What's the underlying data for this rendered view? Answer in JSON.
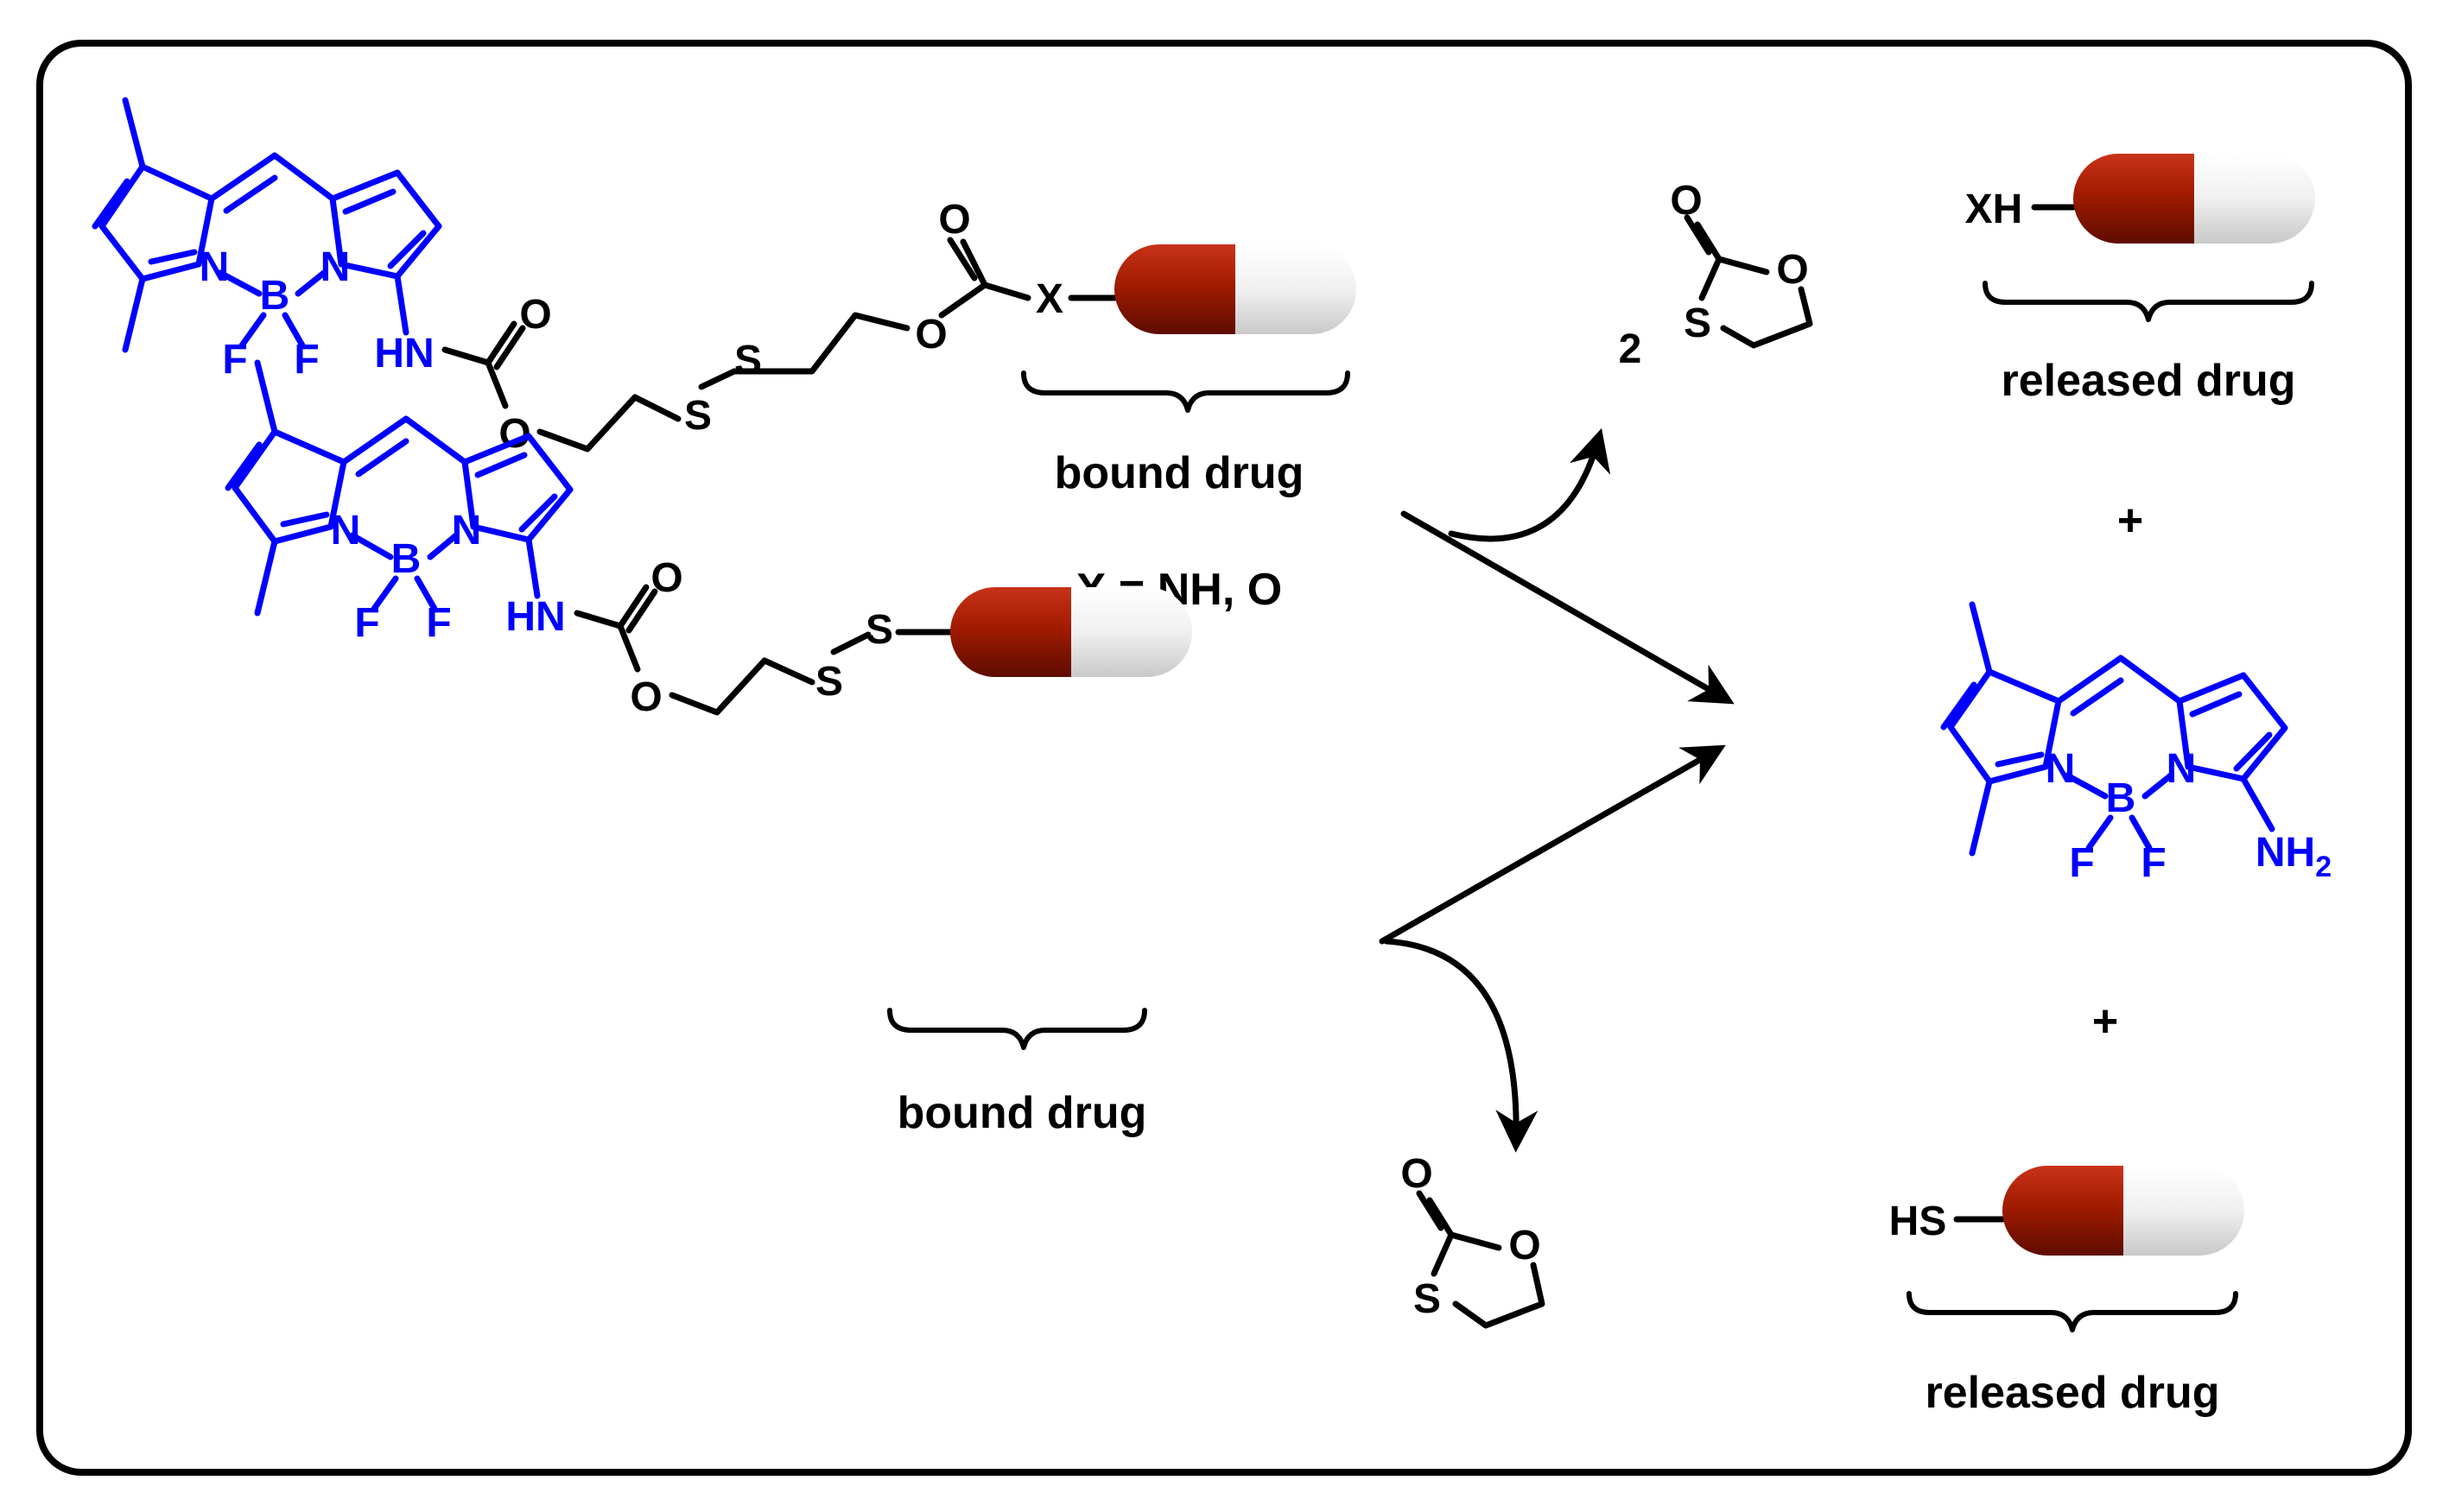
{
  "labels": {
    "bound_drug_1": "bound drug",
    "x_definition": "X = NH, O",
    "bound_drug_2": "bound drug",
    "released_drug_1": "released drug",
    "released_drug_2": "released drug",
    "plus": "+",
    "coefficient": "2"
  },
  "atoms": {
    "N": "N",
    "B": "B",
    "F": "F",
    "HN": "HN",
    "O": "O",
    "S": "S",
    "X": "X",
    "XH": "XH",
    "HS": "HS",
    "NH": "NH",
    "sub2": "2"
  },
  "colors": {
    "dye": "#0000ff",
    "ink": "#000000",
    "capsule_red": "#a11b00",
    "capsule_white": "#eeeeee",
    "frame": "#000000"
  }
}
